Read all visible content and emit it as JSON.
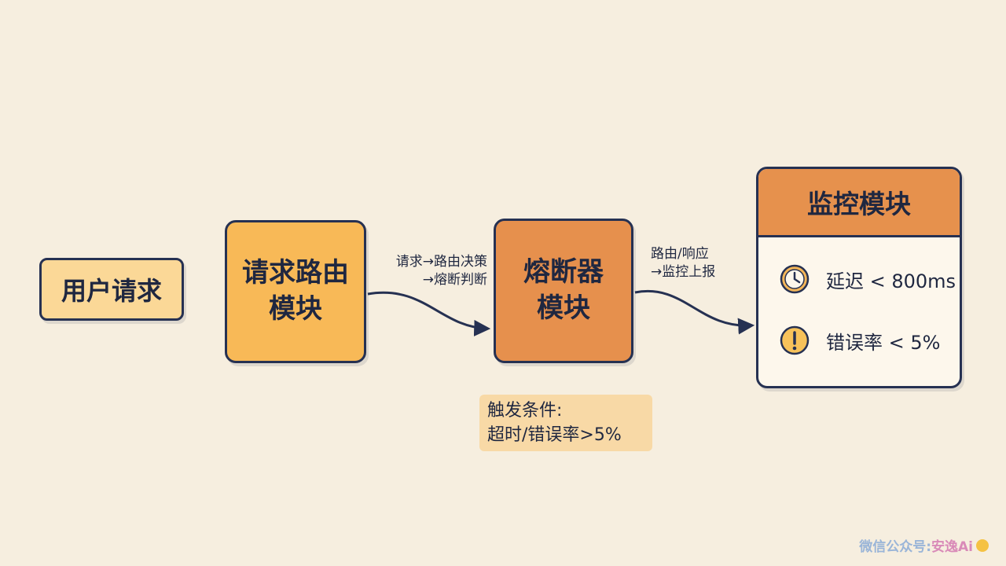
{
  "nodes": {
    "user": "用户请求",
    "router": "请求路由\n模块",
    "breaker": "熔断器\n模块",
    "monitor": {
      "title": "监控模块",
      "metrics": [
        {
          "icon": "clock-icon",
          "label": "延迟 < 800ms"
        },
        {
          "icon": "exclamation-icon",
          "label": "错误率 < 5%"
        }
      ]
    }
  },
  "edges": {
    "router_to_breaker": "请求→路由决策\n→熔断判断",
    "breaker_to_monitor": "路由/响应\n→监控上报"
  },
  "note": "触发条件:\n超时/错误率>5%",
  "watermark": {
    "prefix": "微信公众号:",
    "name": "安逸Ai"
  },
  "colors": {
    "background": "#f6eedf",
    "user_fill": "#fbd897",
    "router_fill": "#f8b957",
    "breaker_fill": "#e6904d",
    "monitor_header": "#e6914d",
    "outline": "#263152"
  }
}
